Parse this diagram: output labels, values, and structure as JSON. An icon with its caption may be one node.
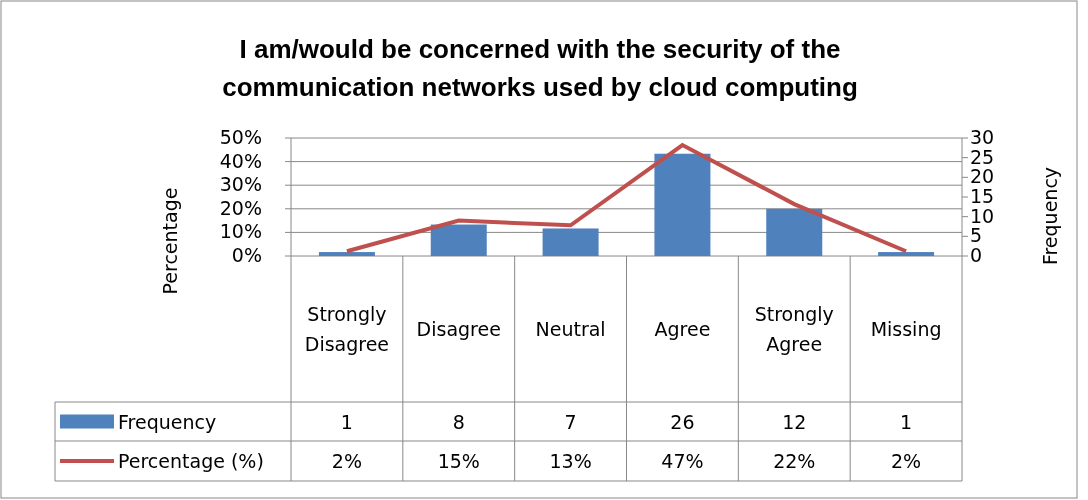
{
  "diagram": {
    "labels": [
      "Frequency",
      "1",
      "8",
      "7",
      "26",
      "12",
      "1",
      "2%",
      "15%",
      "13%",
      "47%",
      "22%",
      "2%"
    ],
    "chart_data": {
      "type": "bar",
      "title": "I am/would be concerned with the security of the communication networks used by cloud computing",
      "ylabel": "Percentage",
      "categories": [
        "Strongly Disagree",
        "Disagree",
        "Neutral",
        "Agree",
        "Strongly Agree",
        "Missing"
      ],
      "ylim": [
        0,
        50
      ],
      "yticks": [
        {
          "value": 0,
          "label": "0%"
        },
        {
          "value": 10,
          "label": "10%"
        },
        {
          "value": 20,
          "label": "20%"
        },
        {
          "value": 30,
          "label": "30%"
        },
        {
          "value": 40,
          "label": "40%"
        },
        {
          "value": 50,
          "label": "50%"
        }
      ],
      "grid": true,
      "legend": "bottom",
      "y2lim": [
        0,
        30
      ],
      "y2ticks": [
        0,
        5,
        10,
        15,
        20,
        25,
        30
      ],
      "series": [
        {
          "name": "Frequency",
          "color": "#4f81bd",
          "values": [
            1,
            8,
            7,
            26,
            12,
            1
          ],
          "axis": "y2"
        },
        {
          "name": "Percentage (%)",
          "color": "#c0504d",
          "values": [
            2,
            15,
            13,
            47,
            22,
            2
          ],
          "type": "line"
        }
      ]
    }
  }
}
